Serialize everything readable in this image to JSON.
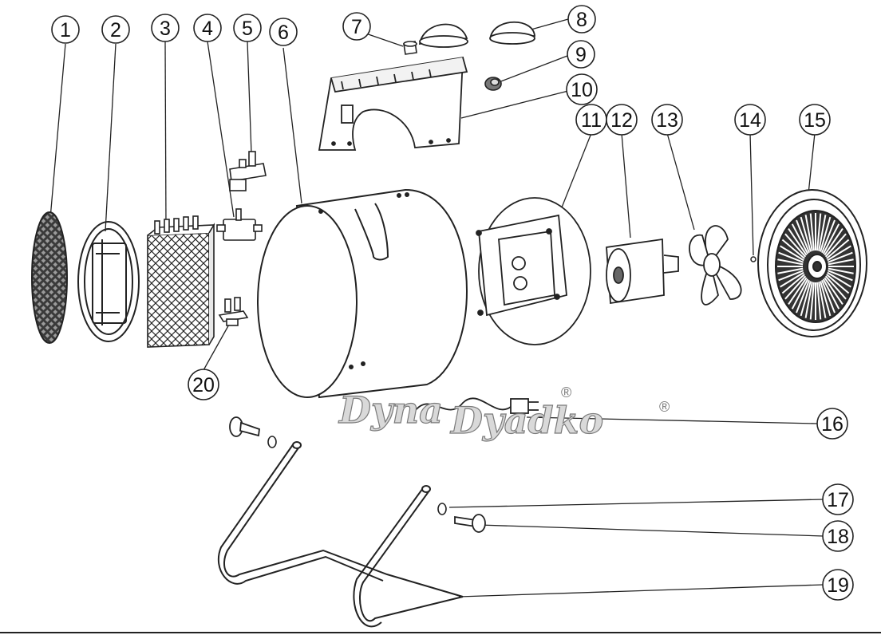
{
  "callouts": [
    "1",
    "2",
    "3",
    "4",
    "5",
    "6",
    "7",
    "8",
    "9",
    "10",
    "11",
    "12",
    "13",
    "14",
    "15",
    "16",
    "17",
    "18",
    "19",
    "20"
  ],
  "watermark": {
    "text_back": "Dyna",
    "text_front": "Dyadko",
    "registered": "®"
  },
  "colors": {
    "line": "#222222",
    "background": "#ffffff",
    "watermark_fill": "#d9d9d9"
  }
}
